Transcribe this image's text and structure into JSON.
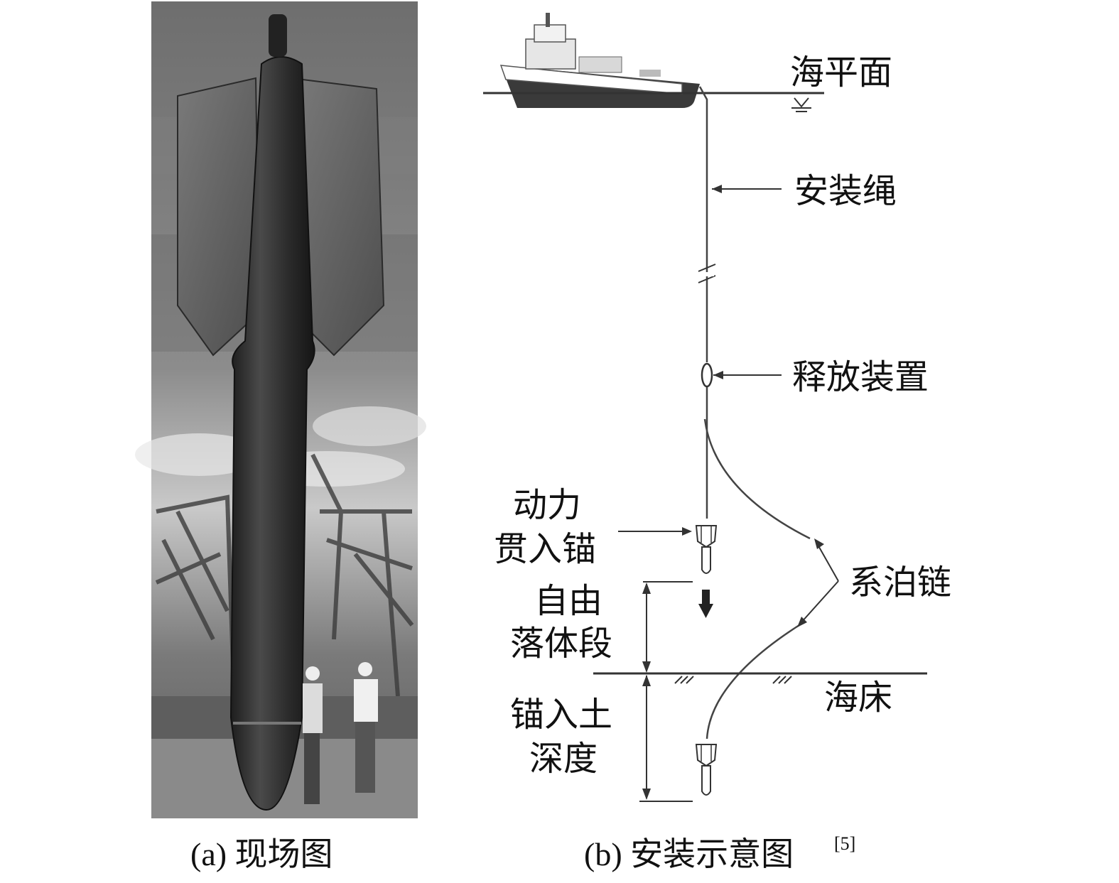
{
  "panel_a": {
    "caption": "(a) 现场图",
    "photo_subject": "dynamically-installed-anchor-photo"
  },
  "panel_b": {
    "caption": "(b) 安装示意图",
    "caption_ref": "[5]",
    "labels": {
      "sea_level": "海平面",
      "install_rope": "安装绳",
      "release_device": "释放装置",
      "anchor_line1": "动力",
      "anchor_line2": "贯入锚",
      "mooring_chain": "系泊链",
      "free_fall_line1": "自由",
      "free_fall_line2": "落体段",
      "seabed": "海床",
      "embed_line1": "锚入土",
      "embed_line2": "深度"
    }
  },
  "colors": {
    "line": "#333333",
    "text": "#111111",
    "hull": "#3a3a3a",
    "photo_sky": "#9a9a9a",
    "anchor_body": "#2e2e2e"
  }
}
